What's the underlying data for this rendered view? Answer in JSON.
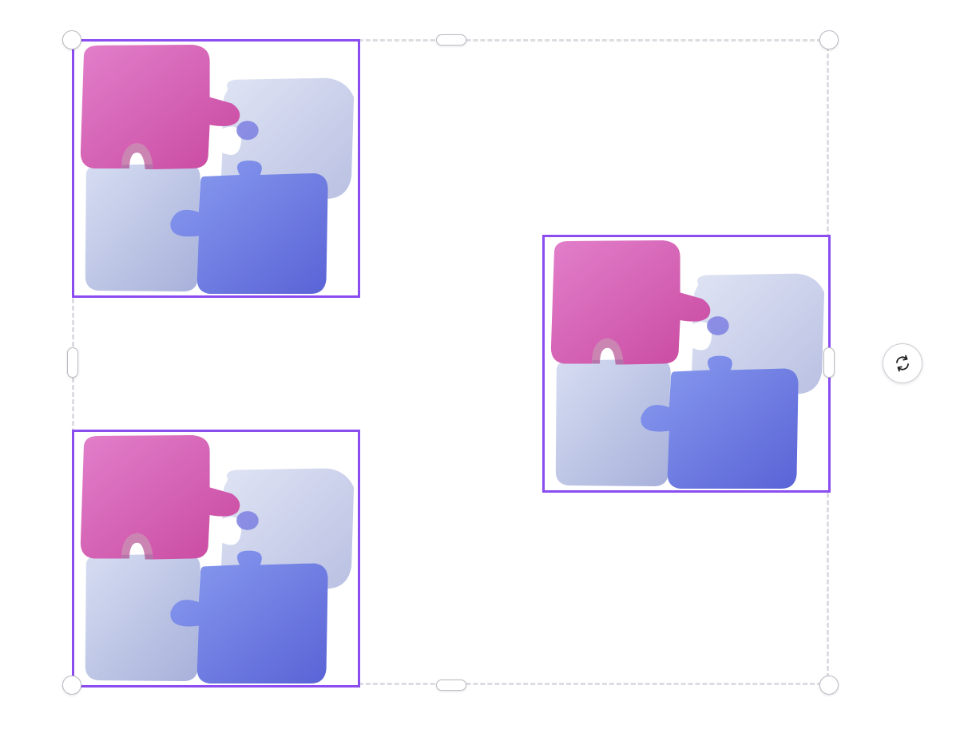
{
  "canvas": {
    "selection_color": "#8b4cf0",
    "group_border_color": "#dcdde2"
  },
  "images": [
    {
      "name": "puzzle-image-top-left",
      "icon": "puzzle-pieces-3d"
    },
    {
      "name": "puzzle-image-right",
      "icon": "puzzle-pieces-3d"
    },
    {
      "name": "puzzle-image-bottom-left",
      "icon": "puzzle-pieces-3d"
    }
  ],
  "puzzle_colors": {
    "pink": "#dc6ec0",
    "pink_dark": "#c24a9e",
    "lavender": "#d3d9ee",
    "lavender_dark": "#b6bde0",
    "periwinkle": "#7f8fec",
    "periwinkle_dark": "#5f6ad9",
    "light_blue": "#ccd4ee",
    "light_blue_dark": "#a9b2dc"
  },
  "controls": {
    "rotate_icon": "rotate-icon"
  }
}
